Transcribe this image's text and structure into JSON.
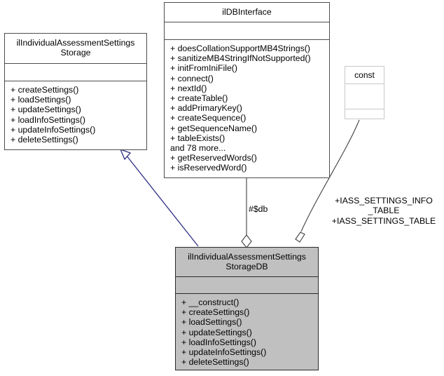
{
  "diagram": {
    "type": "uml-class-diagram",
    "nodes": [
      {
        "id": "storage",
        "name": "ilIndividualAssessmentSettingsStorage",
        "title": "ilIndividualAssessmentSettings\nStorage",
        "stereotype": "interface",
        "fill": "#ffffff",
        "attributes": [],
        "operations": [
          "+ createSettings()",
          "+ loadSettings()",
          "+ updateSettings()",
          "+ loadInfoSettings()",
          "+ updateInfoSettings()",
          "+ deleteSettings()"
        ]
      },
      {
        "id": "dbinterface",
        "name": "ilDBInterface",
        "title": "ilDBInterface",
        "stereotype": "interface",
        "fill": "#ffffff",
        "attributes": [],
        "operations": [
          "+ doesCollationSupportMB4Strings()",
          "+ sanitizeMB4StringIfNotSupported()",
          "+ initFromIniFile()",
          "+ connect()",
          "+ nextId()",
          "+ createTable()",
          "+ addPrimaryKey()",
          "+ createSequence()",
          "+ getSequenceName()",
          "+ tableExists()",
          "and 78 more...",
          "+ getReservedWords()",
          "+ isReservedWord()"
        ]
      },
      {
        "id": "const",
        "name": "const",
        "title": "const",
        "stereotype": "",
        "fill": "#ffffff",
        "attributes": [],
        "operations": []
      },
      {
        "id": "storagedb",
        "name": "ilIndividualAssessmentSettingsStorageDB",
        "title": "ilIndividualAssessmentSettings\nStorageDB",
        "stereotype": "class",
        "fill": "#c0c0c0",
        "attributes": [],
        "operations": [
          "+ __construct()",
          "+ createSettings()",
          "+ loadSettings()",
          "+ updateSettings()",
          "+ loadInfoSettings()",
          "+ updateInfoSettings()",
          "+ deleteSettings()"
        ]
      }
    ],
    "edges": [
      {
        "id": "inheritance",
        "from": "storagedb",
        "to": "storage",
        "kind": "generalization",
        "color": "#2f2f86",
        "label": ""
      },
      {
        "id": "db-aggregation",
        "from": "storagedb",
        "to": "dbinterface",
        "kind": "aggregation",
        "color": "#404040",
        "label": "#$db"
      },
      {
        "id": "const-aggregation",
        "from": "storagedb",
        "to": "const",
        "kind": "aggregation",
        "color": "#404040",
        "label": "+IASS_SETTINGS_INFO\n_TABLE\n+IASS_SETTINGS_TABLE"
      }
    ]
  },
  "colors": {
    "background": "#ffffff",
    "node_border": "#4d4d4d",
    "node_fill": "#ffffff",
    "highlight_fill": "#c0c0c0",
    "inheritance_line": "#2f2f86",
    "association_line": "#404040",
    "light_border": "#c8c8c8"
  }
}
